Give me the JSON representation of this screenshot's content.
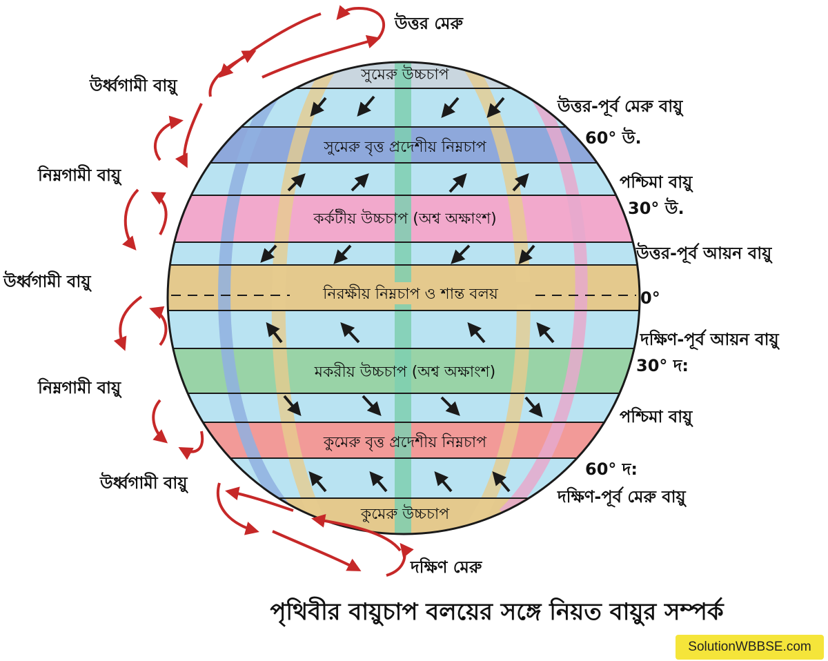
{
  "colors": {
    "ocean": "#b9e3f2",
    "polar_high": "#c9d6df",
    "subpolar_low": "#8ea8db",
    "cancer_high": "#f2a9cc",
    "equatorial_low": "#e4c98d",
    "capricorn_high": "#99d3a7",
    "south_subpolar_low": "#f29a98",
    "meridian_center": "#7ecfb0",
    "meridian_right": "#e8c99a",
    "rim_pink": "#e6a9cc",
    "rim_blue": "#8fb0e0",
    "cell_arrow": "#c62828",
    "wind_arrow": "#1a1a1a",
    "watermark_bg": "#f5e53a"
  },
  "bands": {
    "north_polar_high": "সুমেরু উচ্চচাপ",
    "north_subpolar_low": "সুমেরু বৃত্ত প্রদেশীয় নিম্নচাপ",
    "cancer_high": "কর্কটীয় উচ্চচাপ (অশ্ব অক্ষাংশ)",
    "equatorial_low": "নিরক্ষীয় নিম্নচাপ ও শান্ত বলয়",
    "capricorn_high": "মকরীয় উচ্চচাপ (অশ্ব অক্ষাংশ)",
    "south_subpolar_low": "কুমেরু বৃত্ত প্রদেশীয় নিম্নচাপ",
    "south_polar_high": "কুমেরু উচ্চচাপ"
  },
  "left_labels": {
    "north_pole": "উত্তর মেরু",
    "rising_1": "উর্ধ্বগামী বায়ু",
    "sinking_1": "নিম্নগামী বায়ু",
    "rising_2": "উর্ধ্বগামী বায়ু",
    "sinking_2": "নিম্নগামী বায়ু",
    "rising_3": "উর্ধ্বগামী বায়ু",
    "south_pole": "দক্ষিণ মেরু"
  },
  "right_labels": {
    "ne_polar": "উত্তর-পূর্ব মেরু বায়ু",
    "lat_60n": "60° উ.",
    "westerlies_n": "পশ্চিমা বায়ু",
    "lat_30n": "30° উ.",
    "ne_trade": "উত্তর-পূর্ব আয়ন বায়ু",
    "lat_0": "0°",
    "se_trade": "দক্ষিণ-পূর্ব আয়ন বায়ু",
    "lat_30s": "30° দ:",
    "westerlies_s": "পশ্চিমা বায়ু",
    "lat_60s": "60° দ:",
    "se_polar": "দক্ষিণ-পূর্ব মেরু বায়ু"
  },
  "title": "পৃথিবীর বায়ুচাপ বলয়ের সঙ্গে নিয়ত বায়ুর সম্পর্ক",
  "watermark": "SolutionWBBSE.com"
}
